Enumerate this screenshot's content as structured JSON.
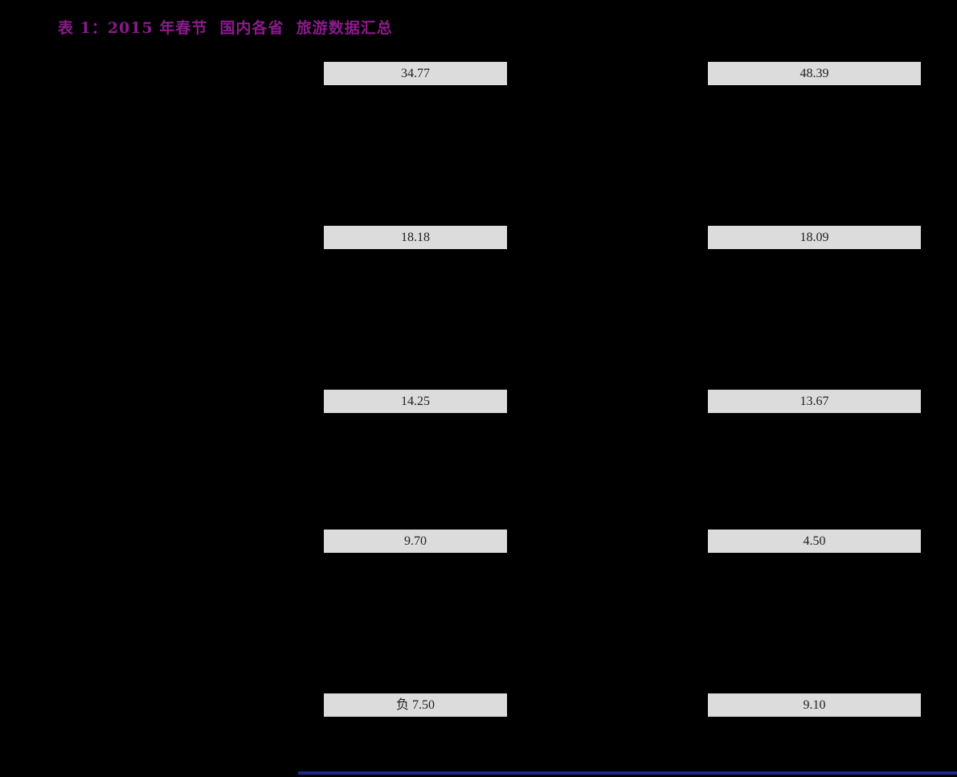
{
  "document": {
    "title": {
      "label": "表 1：2015 年春节  国内各省  旅游数据汇总",
      "color": "#8B1A8B"
    },
    "table": {
      "rows": [
        {
          "left_value": "34.77",
          "right_value": "48.39"
        },
        {
          "left_value": "18.18",
          "right_value": "18.09"
        },
        {
          "left_value": "14.25",
          "right_value": "13.67"
        },
        {
          "left_value": "9.70",
          "right_value": "4.50"
        },
        {
          "left_value": "负 7.50",
          "right_value": "9.10"
        }
      ],
      "cell_background": "#DCDCDC",
      "cell_text_color": "#1F1F1F"
    },
    "colors": {
      "page_background": "#000000",
      "bottom_rule": "#1A2A8C"
    }
  }
}
